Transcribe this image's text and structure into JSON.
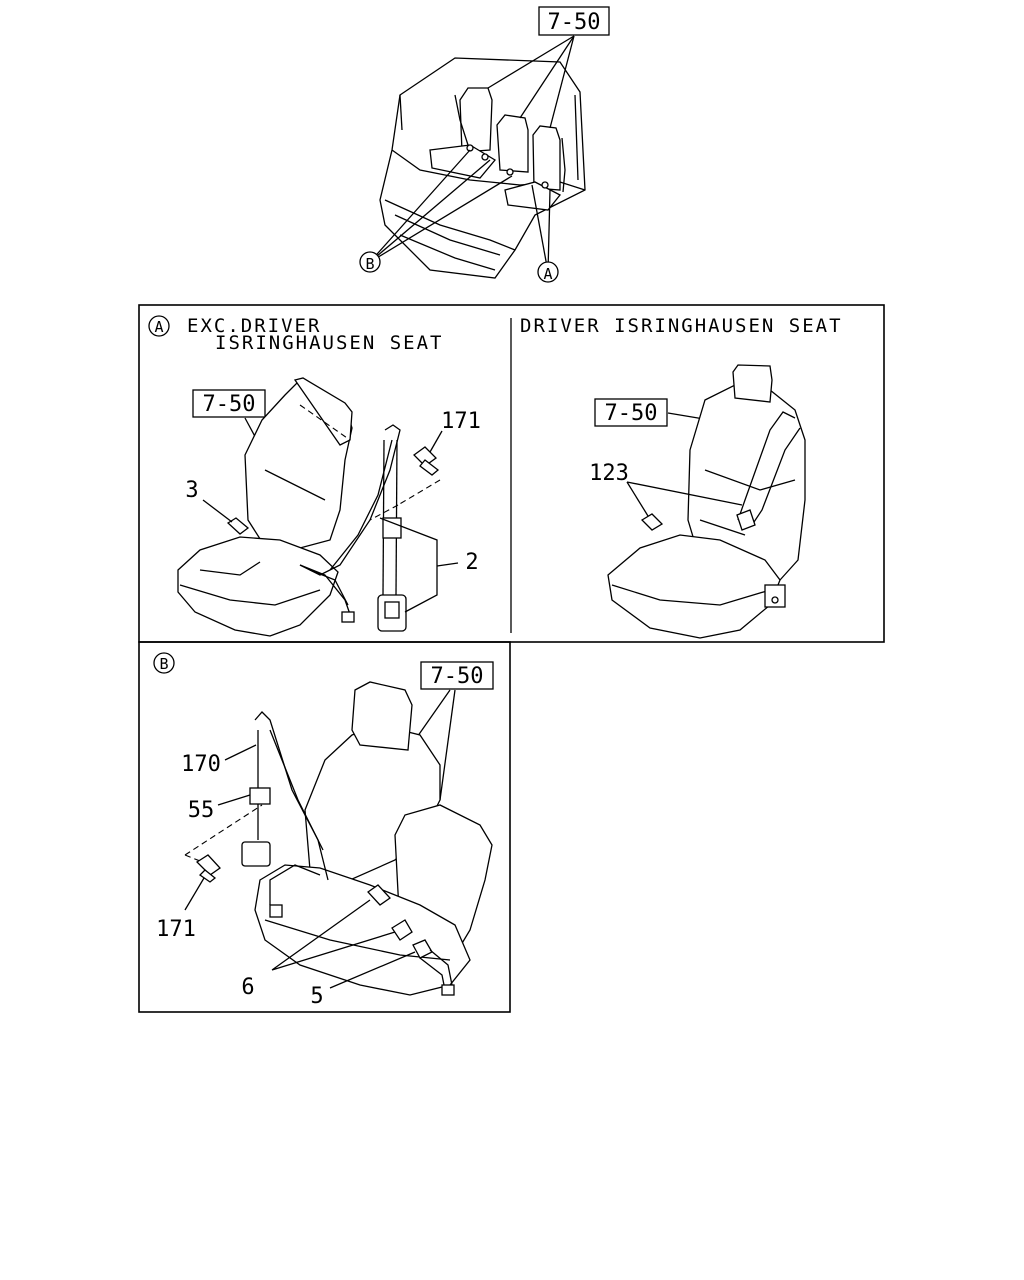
{
  "overview": {
    "ref_box": "7-50",
    "callout_a": "A",
    "callout_b": "B"
  },
  "panel_a": {
    "marker": "A",
    "title_line1": "EXC.DRIVER",
    "title_line2": "ISRINGHAUSEN SEAT",
    "ref_box": "7-50",
    "labels": {
      "p171": "171",
      "p3": "3",
      "p2": "2"
    }
  },
  "panel_driver": {
    "title": "DRIVER ISRINGHAUSEN SEAT",
    "ref_box": "7-50",
    "labels": {
      "p123": "123"
    }
  },
  "panel_b": {
    "marker": "B",
    "ref_box": "7-50",
    "labels": {
      "p170": "170",
      "p55": "55",
      "p171": "171",
      "p6": "6",
      "p5": "5"
    }
  }
}
